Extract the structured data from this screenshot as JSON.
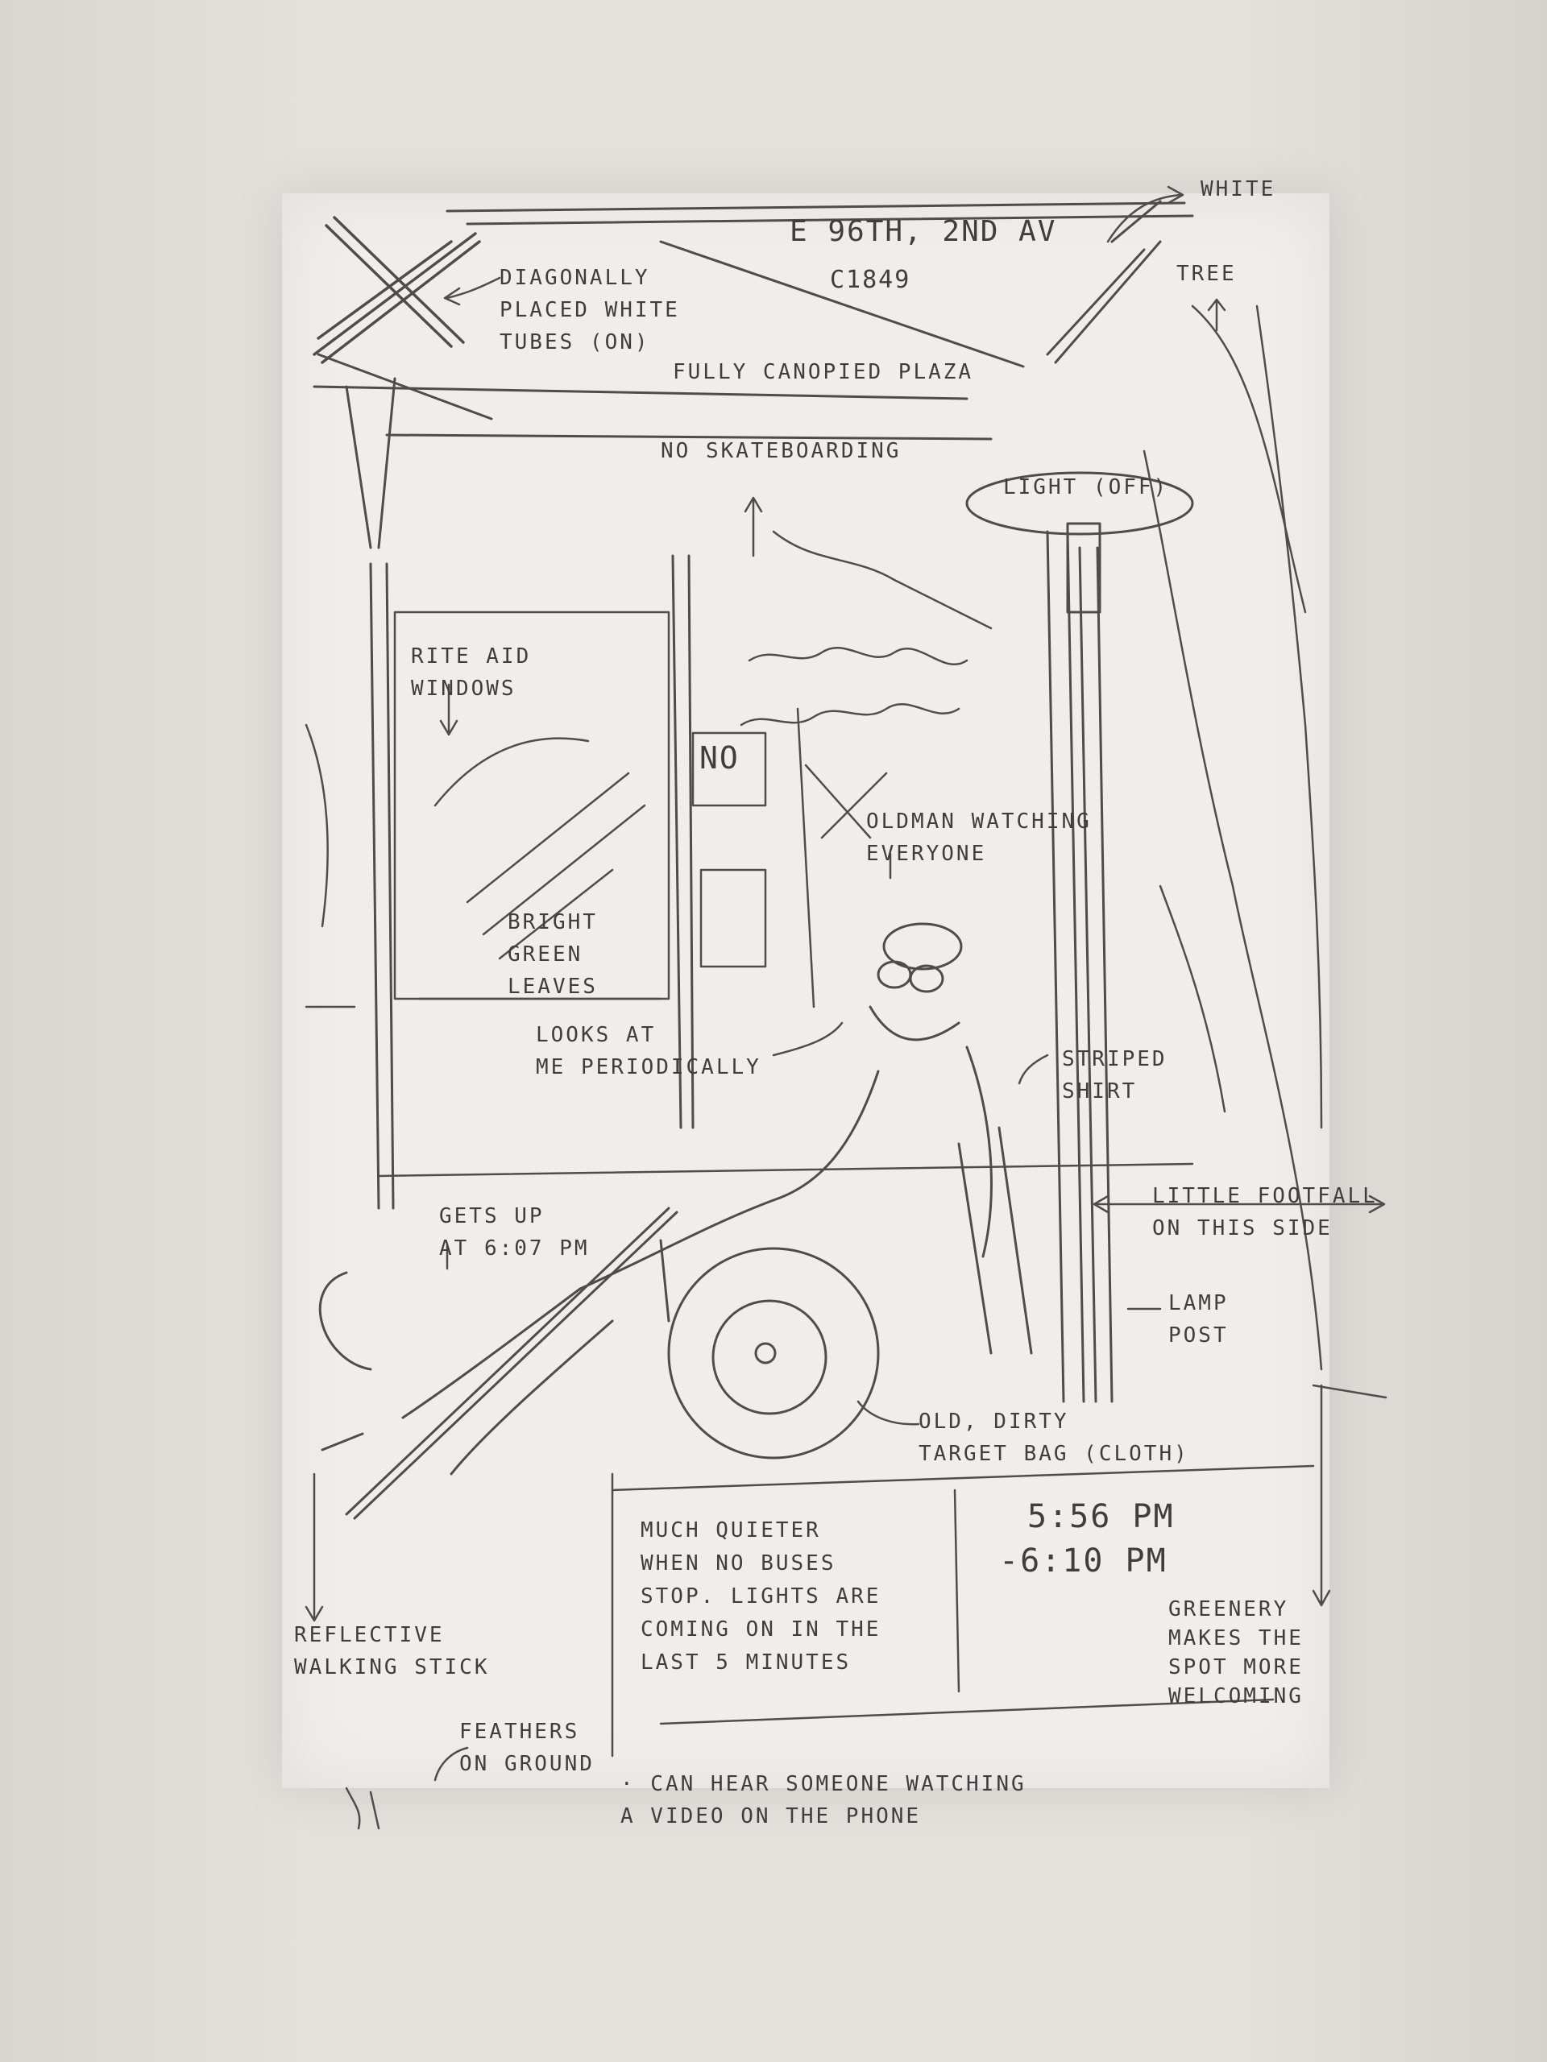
{
  "page": {
    "location": "E 96th, 2nd Av",
    "code": "C1849"
  },
  "annotations": {
    "white": "White",
    "tree": "Tree",
    "tubes": "Diagonally\nplaced white\ntubes (on)",
    "plaza": "Fully canopied plaza",
    "skate": "No skateboarding",
    "light": "Light (off)",
    "rite_aid": "Rite Aid\nwindows",
    "no_sign": "NO",
    "old_man": "Oldman watching\neveryone",
    "leaves": "Bright\ngreen\nleaves",
    "looks": "Looks at\nme periodically",
    "striped": "Striped\nshirt",
    "gets_up": "Gets up\nat 6:07 pm",
    "footfall": "Little footfall\non this side",
    "lamp": "Lamp\npost",
    "bag": "Old, dirty\nTarget bag (cloth)",
    "quieter": "Much quieter\nwhen no buses\nstop. Lights are\ncoming on in the\nlast 5 minutes",
    "time_start": "5:56 pm",
    "time_end": "-6:10 pm",
    "stick": "Reflective\nwalking stick",
    "greenery": "Greenery\nmakes the\nspot more\nwelcoming",
    "feathers": "Feathers\non ground",
    "phone": "· Can hear someone watching\na video on the phone"
  },
  "colors": {
    "pencil": "#4a4a4a",
    "paper": "#efeeec",
    "background": "#dedbd6"
  }
}
